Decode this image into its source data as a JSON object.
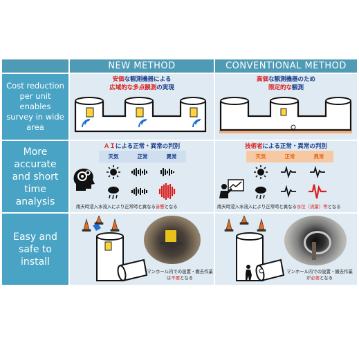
{
  "header": {
    "new_method": "NEW METHOD",
    "conventional_method": "CONVENTIONAL METHOD"
  },
  "rows": [
    {
      "label": "Cost reduction per unit enables survey in wide area"
    },
    {
      "label": "More accurate and short time analysis"
    },
    {
      "label": "Easy and safe to install"
    }
  ],
  "cost_row": {
    "new_line1_a": "安価",
    "new_line1_b": "な観測機器による",
    "new_line2_a": "広域的な多点観測",
    "new_line2_b": "の実現",
    "conv_line1_a": "高価",
    "conv_line1_b": "な観測機器のため",
    "conv_line2_a": "限定的な",
    "conv_line2_b": "観測"
  },
  "analysis_row": {
    "new_title_a": "ＡＩ",
    "new_title_b": "による正常・異常の判別",
    "conv_title_a": "技術者",
    "conv_title_b": "による正常・異常の判別",
    "col_weather": "天気",
    "col_normal": "正常",
    "col_abnormal": "異常",
    "new_note_a": "雨天時浸入水流入により正常時と異なる",
    "new_note_b": "音響",
    "new_note_c": "となる",
    "conv_note_a": "雨天時浸入水流入により正常時と異なる",
    "conv_note_b": "水位（流量）等",
    "conv_note_c": "となる"
  },
  "install_row": {
    "new_note_line1": "マンホール内での設置・撤去作業",
    "new_note_line2_a": "は",
    "new_note_line2_b": "不要",
    "new_note_line2_c": "となる",
    "conv_note_line1": "マンホール内での設置・撤去作業",
    "conv_note_line2_a": "が",
    "conv_note_line2_b": "必要",
    "conv_note_line2_c": "となる"
  },
  "colors": {
    "header_bg": "#4f9bb5",
    "row_label_bg": "#49a3c4",
    "cell_bg": "#dfeaf2",
    "accent_red": "#d81e1e",
    "accent_blue": "#1a3e8c",
    "accent_orange": "#e56c1c",
    "pipe_orange": "#f0b080"
  },
  "icons": [
    "manhole-icon",
    "sensor-icon",
    "wifi-icon",
    "sun-icon",
    "rain-icon",
    "ai-head-icon",
    "engineer-icon",
    "cone-icon",
    "pipe-icon",
    "worker-icon",
    "waveform-icon"
  ]
}
